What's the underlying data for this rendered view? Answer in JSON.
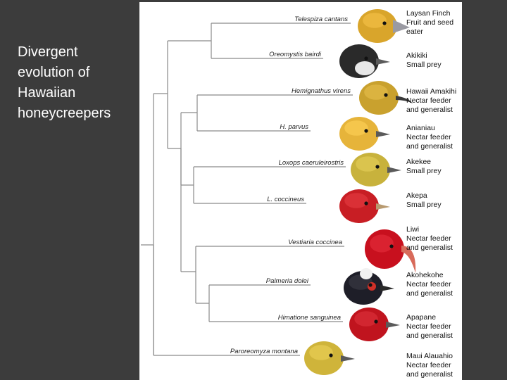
{
  "slide": {
    "title": "Divergent\nevolution of\nHawaiian\nhoneycreepers"
  },
  "colors": {
    "background": "#3c3c3c",
    "panel": "#ffffff",
    "branch": "#8a8a8a"
  },
  "birds": [
    {
      "species": "Telespiza cantans",
      "common": "Laysan Finch",
      "diet": [
        "Fruit and seed",
        "eater"
      ],
      "icon": "laysan-finch-head-icon",
      "color": "#d9a52b"
    },
    {
      "species": "Oreomystis bairdi",
      "common": "Akikiki",
      "diet": [
        "Small prey"
      ],
      "icon": "akikiki-head-icon",
      "color": "#2a2a2a"
    },
    {
      "species": "Hemignathus virens",
      "common": "Hawaii Amakihi",
      "diet": [
        "Nectar feeder",
        "and generalist"
      ],
      "icon": "hawaii-amakihi-head-icon",
      "color": "#c9a12e"
    },
    {
      "species": "H. parvus",
      "common": "Anianiau",
      "diet": [
        "Nectar feeder",
        "and generalist"
      ],
      "icon": "anianiau-head-icon",
      "color": "#e6b43a"
    },
    {
      "species": "Loxops caeruleirostris",
      "common": "Akekee",
      "diet": [
        "Small prey"
      ],
      "icon": "akekee-head-icon",
      "color": "#c8b23c"
    },
    {
      "species": "L. coccineus",
      "common": "Akepa",
      "diet": [
        "Small prey"
      ],
      "icon": "akepa-head-icon",
      "color": "#c81e24"
    },
    {
      "species": "Vestiaria coccinea",
      "common": "Liwi",
      "diet": [
        "Nectar feeder",
        "and generalist"
      ],
      "icon": "liwi-head-icon",
      "color": "#c8101e"
    },
    {
      "species": "Palmeria dolei",
      "common": "Akohekohe",
      "diet": [
        "Nectar feeder",
        "and generalist"
      ],
      "icon": "akohekohe-head-icon",
      "color": "#1e1e28"
    },
    {
      "species": "Himatione sanguinea",
      "common": "Apapane",
      "diet": [
        "Nectar feeder",
        "and generalist"
      ],
      "icon": "apapane-head-icon",
      "color": "#c0141e"
    },
    {
      "species": "Paroreomyza montana",
      "common": "Maui Alauahio",
      "diet": [
        "Nectar feeder",
        "and generalist"
      ],
      "icon": "maui-alauahio-head-icon",
      "color": "#cfb43a"
    }
  ]
}
